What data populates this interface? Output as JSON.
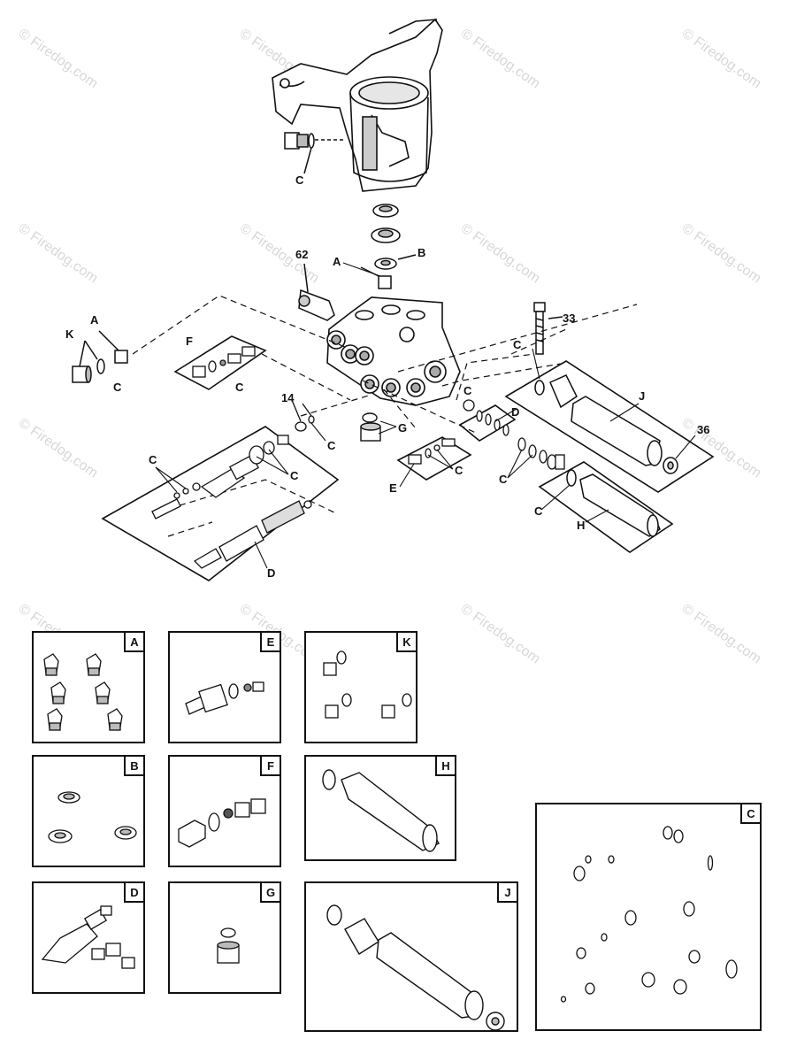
{
  "callouts": {
    "c_top": "C",
    "n62": "62",
    "a_top": "A",
    "b_top": "B",
    "n33": "33",
    "a_left": "A",
    "k_left": "K",
    "c_left": "C",
    "f_left": "F",
    "c_f": "C",
    "n14": "14",
    "c_14": "C",
    "c_mid": "C",
    "d_mid": "D",
    "g_mid": "G",
    "c_right": "C",
    "j_right": "J",
    "n36": "36",
    "c_d1": "C",
    "c_d2": "C",
    "d_bottom": "D",
    "e_mid": "E",
    "c_e": "C",
    "c_h1": "C",
    "c_h2": "C",
    "h_right": "H"
  },
  "watermark": "© Firedog.com",
  "kit_panels": {
    "A": "A",
    "B": "B",
    "C": "C",
    "D": "D",
    "E": "E",
    "F": "F",
    "G": "G",
    "H": "H",
    "J": "J",
    "K": "K"
  }
}
